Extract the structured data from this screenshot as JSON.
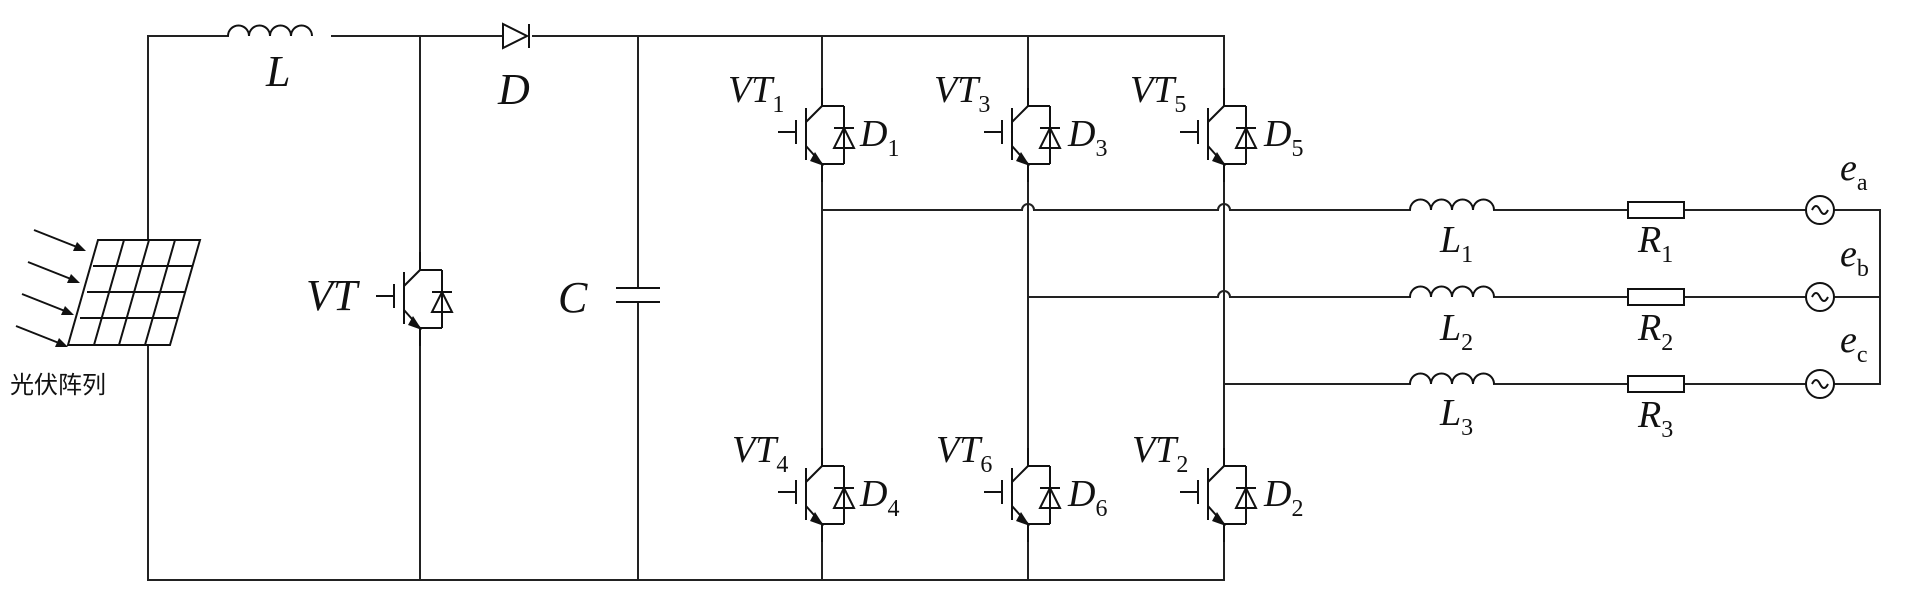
{
  "labels": {
    "L": "L",
    "D": "D",
    "VT": "VT",
    "C": "C",
    "pv_array": "光伏阵列",
    "VT_1": {
      "main": "VT",
      "sub": "1"
    },
    "VT_3": {
      "main": "VT",
      "sub": "3"
    },
    "VT_5": {
      "main": "VT",
      "sub": "5"
    },
    "VT_4": {
      "main": "VT",
      "sub": "4"
    },
    "VT_6": {
      "main": "VT",
      "sub": "6"
    },
    "VT_2": {
      "main": "VT",
      "sub": "2"
    },
    "D_1": {
      "main": "D",
      "sub": "1"
    },
    "D_3": {
      "main": "D",
      "sub": "3"
    },
    "D_5": {
      "main": "D",
      "sub": "5"
    },
    "D_4": {
      "main": "D",
      "sub": "4"
    },
    "D_6": {
      "main": "D",
      "sub": "6"
    },
    "D_2": {
      "main": "D",
      "sub": "2"
    },
    "L_1": {
      "main": "L",
      "sub": "1"
    },
    "L_2": {
      "main": "L",
      "sub": "2"
    },
    "L_3": {
      "main": "L",
      "sub": "3"
    },
    "R_1": {
      "main": "R",
      "sub": "1"
    },
    "R_2": {
      "main": "R",
      "sub": "2"
    },
    "R_3": {
      "main": "R",
      "sub": "3"
    },
    "e_a": {
      "main": "e",
      "sub": "a"
    },
    "e_b": {
      "main": "e",
      "sub": "b"
    },
    "e_c": {
      "main": "e",
      "sub": "c"
    }
  }
}
